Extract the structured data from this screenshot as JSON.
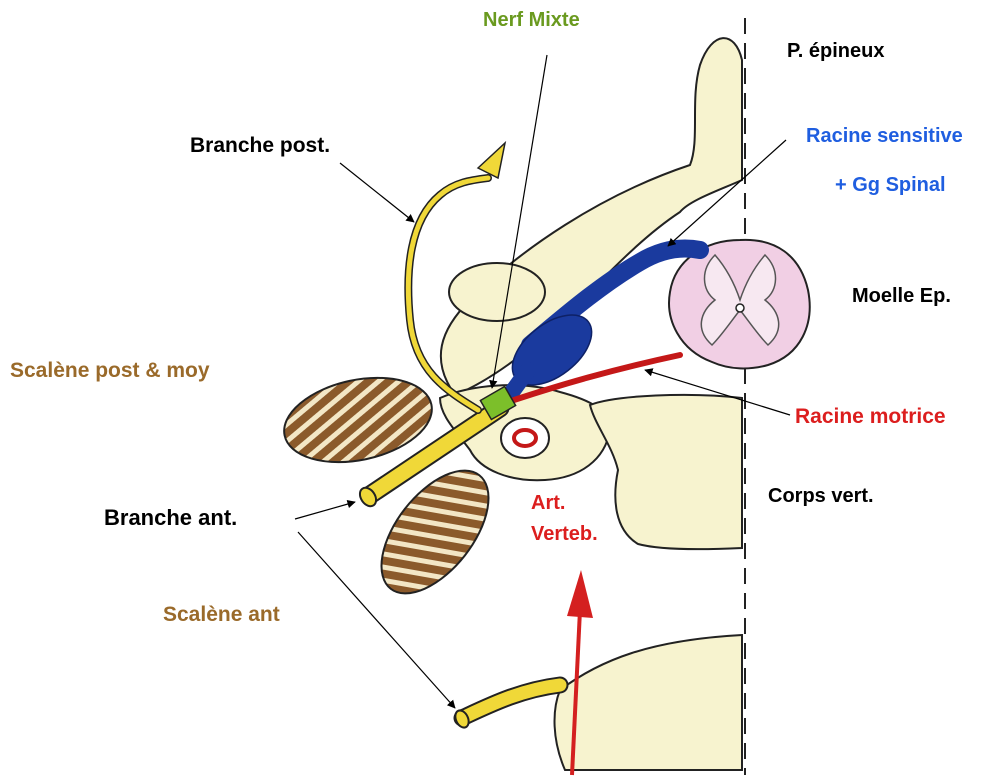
{
  "labels": {
    "nerf_mixte": "Nerf Mixte",
    "p_epineux": "P. épineux",
    "branche_post": "Branche post.",
    "racine_sensitive_line1": "Racine sensitive",
    "racine_sensitive_line2": "+ Gg Spinal",
    "moelle_ep": "Moelle Ep.",
    "scalene_post_moy": "Scalène post & moy",
    "racine_motrice": "Racine motrice",
    "corps_vert": "Corps vert.",
    "branche_ant": "Branche ant.",
    "art_verteb_line1": "Art.",
    "art_verteb_line2": "Verteb.",
    "scalene_ant": "Scalène ant"
  },
  "colors": {
    "nerf_mixte": "#6a9a1f",
    "racine_sensitive": "#1f5ee0",
    "racine_motrice": "#dc1e1e",
    "scalene": "#9a6a2a",
    "default_text": "#000000",
    "bone": "#f7f3cf",
    "nerve_yellow": "#f0d838",
    "sensory_root": "#1a3a9e",
    "motor_root": "#c41818",
    "spinal_cord": "#f1cfe4",
    "muscle": "#8b5a2b"
  }
}
